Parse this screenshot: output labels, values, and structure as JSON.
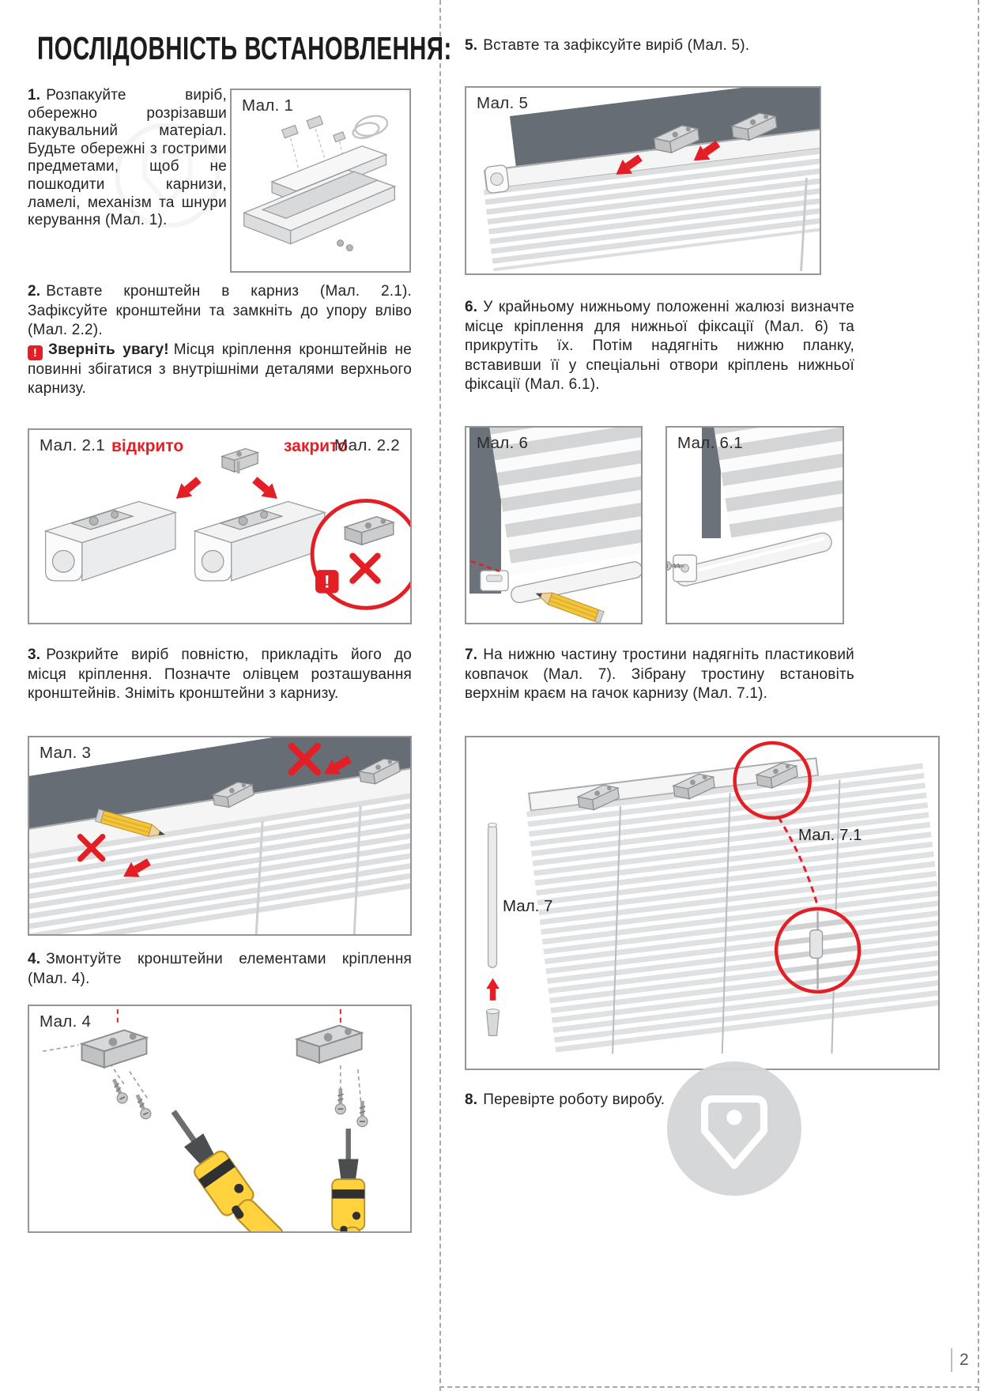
{
  "page": {
    "title": "ПОСЛІДОВНІСТЬ ВСТАНОВЛЕННЯ:",
    "page_number": "2"
  },
  "colors": {
    "accent_red": "#e31e24",
    "text": "#232323",
    "figure_border": "#939598",
    "dark_band": "#666d75",
    "drill_yellow": "#ffd23e"
  },
  "steps": {
    "s1_num": "1.",
    "s1_text": "Розпакуйте виріб, обережно розрізавши пакувальний матеріал. Будьте обережні з гострими предметами, щоб не пошкодити карнизи, ламелі, механізм та шнури керування (Мал. 1).",
    "s2_num": "2.",
    "s2_text": "Вставте кронштейн в карниз (Мал. 2.1). Зафіксуйте кронштейни та замкніть до упору вліво (Мал. 2.2).",
    "s2_note_icon": "!",
    "s2_note_bold": "Зверніть увагу!",
    "s2_note_text": "Місця кріплення кронштейнів не повинні збігатися з внутрішніми деталями верхнього карнизу.",
    "s3_num": "3.",
    "s3_text": "Розкрийте виріб повністю, прикладіть його до місця кріплення. Позначте олівцем розташування кронштейнів. Зніміть кронштейни з карнизу.",
    "s4_num": "4.",
    "s4_text": "Змонтуйте кронштейни елементами кріплення (Мал. 4).",
    "s5_num": "5.",
    "s5_text": "Вставте та зафіксуйте виріб (Мал. 5).",
    "s6_num": "6.",
    "s6_text": "У крайньому нижньому положенні жалюзі визначте місце кріплення для нижньої фіксації (Мал. 6) та прикрутіть їх. Потім надягніть нижню планку, вставивши її у спеціальні отвори кріплень нижньої фіксації (Мал. 6.1).",
    "s7_num": "7.",
    "s7_text": "На нижню частину тростини надягніть пластиковий ковпачок (Мал. 7). Зібрану тростину встановіть верхнім краєм на гачок карнизу (Мал. 7.1).",
    "s8_num": "8.",
    "s8_text": "Перевірте роботу виробу."
  },
  "figures": {
    "f1_label": "Мал. 1",
    "f21_label": "Мал. 2.1",
    "f22_label": "Мал. 2.2",
    "f2_open": "відкрито",
    "f2_closed": "закрито",
    "f2_warn": "!",
    "f3_label": "Мал. 3",
    "f4_label": "Мал. 4",
    "f5_label": "Мал. 5",
    "f6_label": "Мал. 6",
    "f61_label": "Мал. 6.1",
    "f7_label": "Мал. 7",
    "f71_label": "Мал. 7.1"
  }
}
